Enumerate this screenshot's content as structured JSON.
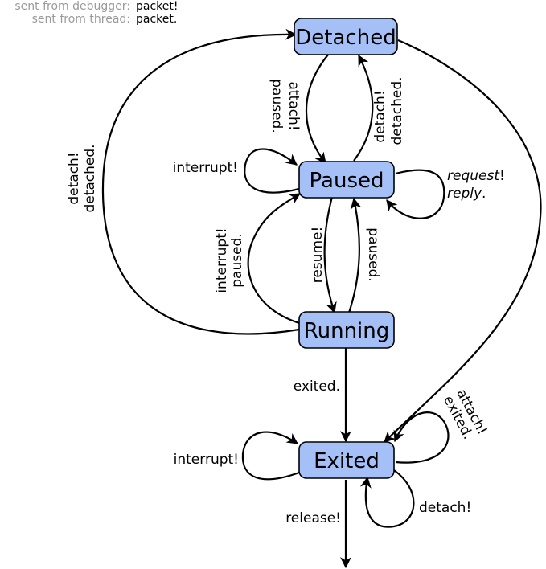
{
  "legend": {
    "debugger_prefix": "sent from debugger:",
    "debugger_value": "packet!",
    "thread_prefix": "sent from thread:",
    "thread_value": "packet."
  },
  "states": {
    "detached": "Detached",
    "paused": "Paused",
    "running": "Running",
    "exited": "Exited"
  },
  "edge_labels": {
    "attach": "attach!",
    "paused_after_attach": "paused.",
    "detach": "detach!",
    "detached": "detached.",
    "interrupt": "interrupt!",
    "request": "request",
    "request_bang": "!",
    "reply": "reply",
    "reply_dot": ".",
    "resume": "resume!",
    "paused": "paused.",
    "interrupt_running": "interrupt!",
    "paused_after_interrupt": "paused.",
    "detach_left": "detach!",
    "detached_left": "detached.",
    "exited": "exited.",
    "interrupt_exited": "interrupt!",
    "attach_exited": "attach!",
    "exited_after_attach": "exited.",
    "detach_exited": "detach!",
    "release": "release!"
  }
}
